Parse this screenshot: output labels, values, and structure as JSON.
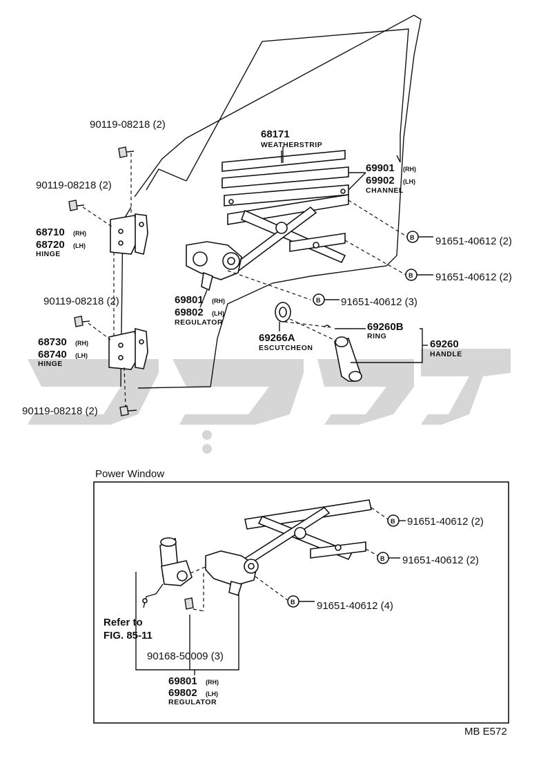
{
  "upper": {
    "bolt_hinge_upper_top": "90119-08218 (2)",
    "bolt_hinge_upper_side": "90119-08218 (2)",
    "bolt_hinge_lower_side": "90119-08218 (2)",
    "bolt_hinge_lower_bottom": "90119-08218 (2)",
    "weatherstrip_num": "68171",
    "weatherstrip_name": "WEATHERSTRIP",
    "channel_rh": "69901",
    "channel_lh": "69902",
    "channel_name": "CHANNEL",
    "hinge_upper_rh": "68710",
    "hinge_upper_lh": "68720",
    "hinge_upper_name": "HINGE",
    "hinge_lower_rh": "68730",
    "hinge_lower_lh": "68740",
    "hinge_lower_name": "HINGE",
    "bolt_channel_1": "91651-40612 (2)",
    "bolt_channel_2": "91651-40612 (2)",
    "bolt_regulator": "91651-40612 (3)",
    "regulator_rh": "69801",
    "regulator_lh": "69802",
    "regulator_name": "REGULATOR",
    "escutcheon_num": "69266A",
    "escutcheon_name": "ESCUTCHEON",
    "ring_num": "69260B",
    "ring_name": "RING",
    "handle_num": "69260",
    "handle_name": "HANDLE",
    "rh_tag": "(RH)",
    "lh_tag": "(LH)",
    "b_mark": "B"
  },
  "power": {
    "title": "Power Window",
    "bolt_1": "91651-40612 (2)",
    "bolt_2": "91651-40612 (2)",
    "bolt_3": "91651-40612 (4)",
    "refer_line1": "Refer to",
    "refer_line2": "FIG. 85-11",
    "screw": "90168-50009 (3)",
    "regulator_rh": "69801",
    "regulator_lh": "69802",
    "regulator_name": "REGULATOR"
  },
  "figure_code": "MB E572",
  "watermark_color": "#cfcfcf"
}
